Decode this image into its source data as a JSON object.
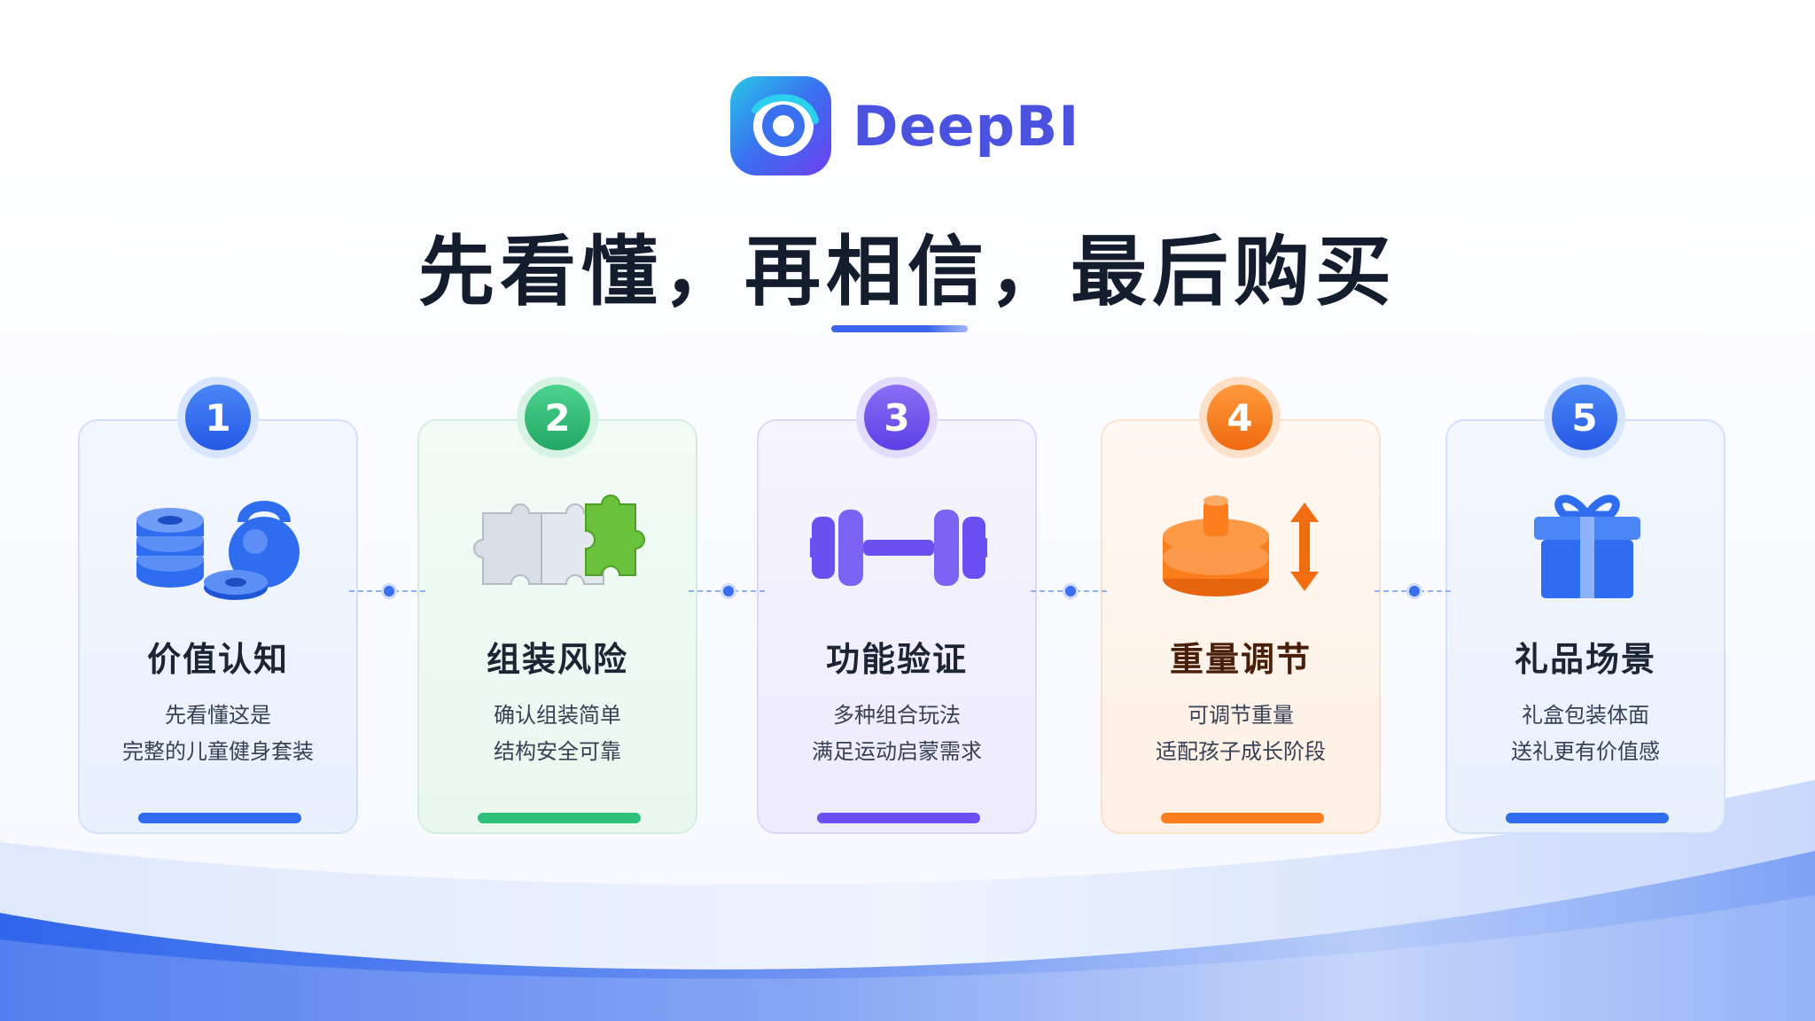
{
  "brand": {
    "name": "DeepBI",
    "logo_icon": "deepbi-logo-icon"
  },
  "title": "先看懂，再相信，最后购买",
  "colors": {
    "blue": "#2f6df0",
    "green": "#2fc07a",
    "purple": "#6b4ff0",
    "orange": "#fb7d1b",
    "title": "#141d2e"
  },
  "steps": [
    {
      "number": "1",
      "icon": "dumbbell-weights-stack-icon",
      "label": "价值认知",
      "desc_line1": "先看懂这是",
      "desc_line2": "完整的儿童健身套装"
    },
    {
      "number": "2",
      "icon": "puzzle-pieces-icon",
      "label": "组装风险",
      "desc_line1": "确认组装简单",
      "desc_line2": "结构安全可靠"
    },
    {
      "number": "3",
      "icon": "dumbbell-icon",
      "label": "功能验证",
      "desc_line1": "多种组合玩法",
      "desc_line2": "满足运动启蒙需求"
    },
    {
      "number": "4",
      "icon": "weight-adjust-icon",
      "label": "重量调节",
      "desc_line1": "可调节重量",
      "desc_line2": "适配孩子成长阶段"
    },
    {
      "number": "5",
      "icon": "gift-box-icon",
      "label": "礼品场景",
      "desc_line1": "礼盒包装体面",
      "desc_line2": "送礼更有价值感"
    }
  ]
}
